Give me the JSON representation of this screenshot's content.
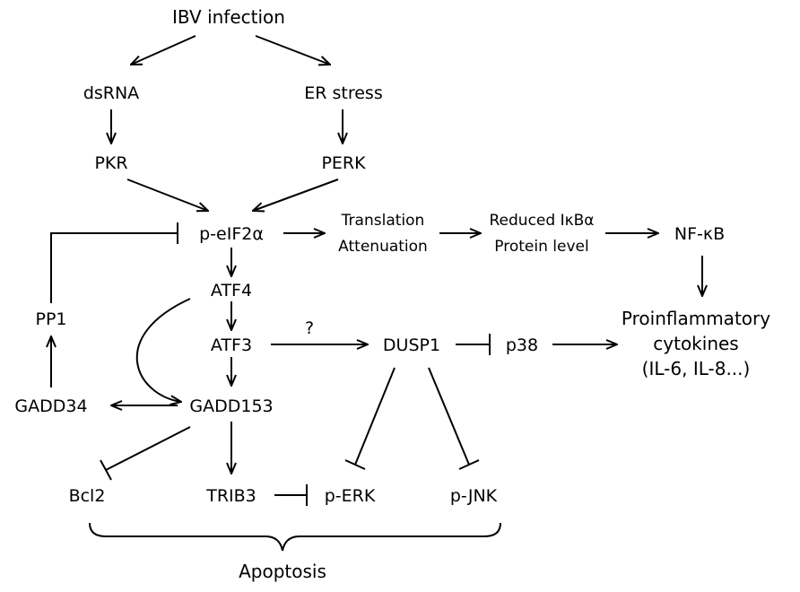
{
  "nodes": {
    "ibv_infection": "IBV infection",
    "dsrna": "dsRNA",
    "er_stress": "ER stress",
    "pkr": "PKR",
    "perk": "PERK",
    "p_eif2a": "p-eIF2α",
    "translation": "Translation",
    "attenuation": "Attenuation",
    "reduced_ikba": "Reduced IκBα",
    "protein_level": "Protein level",
    "nf_kb": "NF-κB",
    "atf4": "ATF4",
    "pp1": "PP1",
    "atf3": "ATF3",
    "question": "?",
    "dusp1": "DUSP1",
    "p38": "p38",
    "proinflammatory": "Proinflammatory",
    "cytokines": "cytokines",
    "il_list": "(IL-6, IL-8...)",
    "gadd34": "GADD34",
    "gadd153": "GADD153",
    "bcl2": "Bcl2",
    "trib3": "TRIB3",
    "p_erk": "p-ERK",
    "p_jnk": "p-JNK",
    "apoptosis": "Apoptosis"
  },
  "edges": [
    {
      "from": "IBV infection",
      "to": "dsRNA",
      "type": "activation"
    },
    {
      "from": "IBV infection",
      "to": "ER stress",
      "type": "activation"
    },
    {
      "from": "dsRNA",
      "to": "PKR",
      "type": "activation"
    },
    {
      "from": "ER stress",
      "to": "PERK",
      "type": "activation"
    },
    {
      "from": "PKR",
      "to": "p-eIF2α",
      "type": "activation"
    },
    {
      "from": "PERK",
      "to": "p-eIF2α",
      "type": "activation"
    },
    {
      "from": "p-eIF2α",
      "to": "Translation Attenuation",
      "type": "activation"
    },
    {
      "from": "Translation Attenuation",
      "to": "Reduced IκBα Protein level",
      "type": "activation"
    },
    {
      "from": "Reduced IκBα Protein level",
      "to": "NF-κB",
      "type": "activation"
    },
    {
      "from": "NF-κB",
      "to": "Proinflammatory cytokines",
      "type": "activation"
    },
    {
      "from": "p-eIF2α",
      "to": "ATF4",
      "type": "activation"
    },
    {
      "from": "ATF4",
      "to": "ATF3",
      "type": "activation"
    },
    {
      "from": "ATF4",
      "to": "GADD153",
      "type": "activation"
    },
    {
      "from": "ATF3",
      "to": "GADD153",
      "type": "activation"
    },
    {
      "from": "ATF3",
      "to": "DUSP1",
      "type": "activation"
    },
    {
      "from": "DUSP1",
      "to": "p38",
      "type": "inhibition"
    },
    {
      "from": "p38",
      "to": "Proinflammatory cytokines",
      "type": "activation"
    },
    {
      "from": "DUSP1",
      "to": "p-ERK",
      "type": "inhibition"
    },
    {
      "from": "DUSP1",
      "to": "p-JNK",
      "type": "inhibition"
    },
    {
      "from": "GADD153",
      "to": "GADD34",
      "type": "activation"
    },
    {
      "from": "GADD34",
      "to": "PP1",
      "type": "activation"
    },
    {
      "from": "PP1",
      "to": "p-eIF2α",
      "type": "inhibition"
    },
    {
      "from": "GADD153",
      "to": "Bcl2",
      "type": "inhibition"
    },
    {
      "from": "GADD153",
      "to": "TRIB3",
      "type": "activation"
    },
    {
      "from": "TRIB3",
      "to": "p-ERK",
      "type": "inhibition"
    },
    {
      "from": "Bcl2, TRIB3, p-ERK, p-JNK",
      "to": "Apoptosis",
      "type": "grouping"
    }
  ]
}
